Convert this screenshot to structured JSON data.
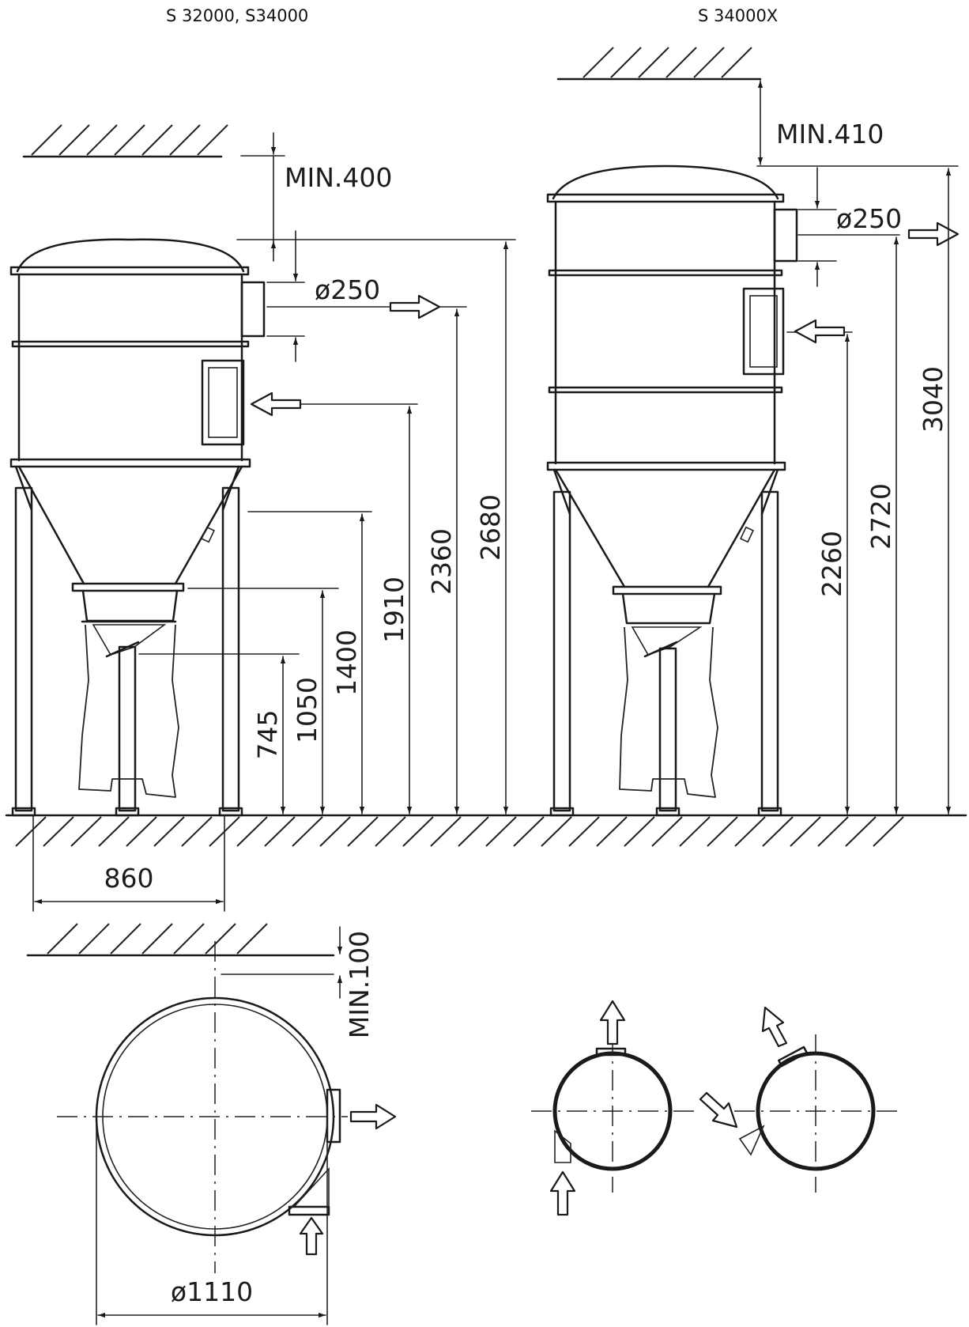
{
  "titles": {
    "left": "S 32000, S34000",
    "right": "S 34000X"
  },
  "left_elevation": {
    "min_clearance": "MIN.400",
    "outlet_diameter": "ø250",
    "dimensions": {
      "total_height": "2680",
      "outlet_height": "2360",
      "inlet_height": "1910",
      "cone_height": "1400",
      "bag_top_height": "1050",
      "bag_bottom_height": "745",
      "leg_spacing": "860"
    }
  },
  "right_elevation": {
    "min_clearance": "MIN.410",
    "outlet_diameter": "ø250",
    "dimensions": {
      "total_height": "3040",
      "outlet_height": "2720",
      "inlet_height": "2260"
    }
  },
  "plan_view": {
    "wall_clearance": "MIN.100",
    "body_diameter": "ø1110"
  }
}
